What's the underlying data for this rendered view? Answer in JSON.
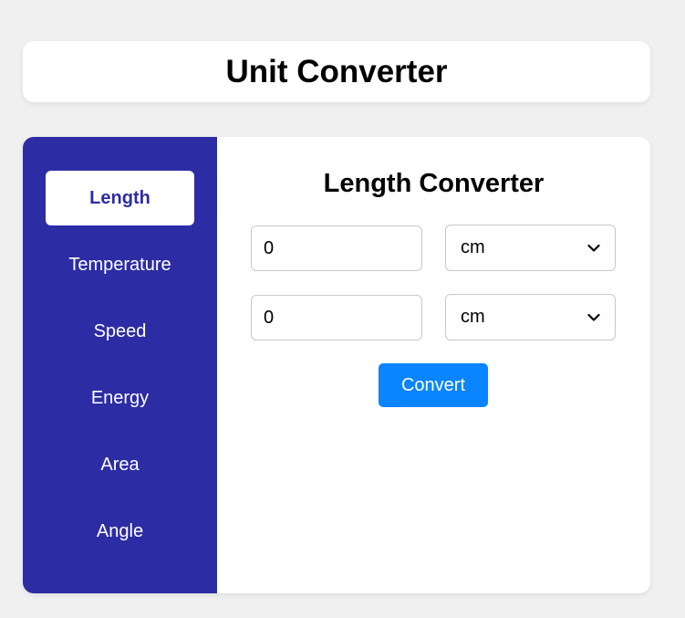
{
  "header": {
    "title": "Unit Converter"
  },
  "sidebar": {
    "items": [
      {
        "label": "Length",
        "active": true
      },
      {
        "label": "Temperature",
        "active": false
      },
      {
        "label": "Speed",
        "active": false
      },
      {
        "label": "Energy",
        "active": false
      },
      {
        "label": "Area",
        "active": false
      },
      {
        "label": "Angle",
        "active": false
      }
    ]
  },
  "converter": {
    "title": "Length Converter",
    "from": {
      "value": "0",
      "unit": "cm"
    },
    "to": {
      "value": "0",
      "unit": "cm"
    },
    "convert_label": "Convert"
  },
  "colors": {
    "sidebar_bg": "#2c2ca4",
    "accent_button": "#0a84ff",
    "page_bg": "#f0f0f0"
  }
}
